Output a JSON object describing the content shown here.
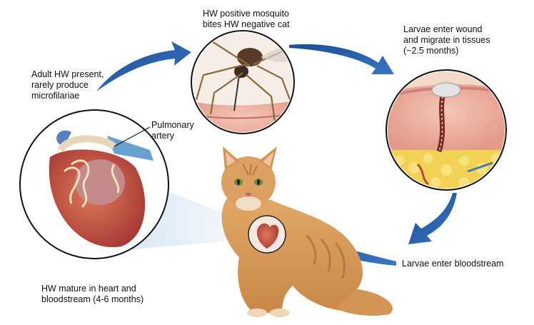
{
  "labels": {
    "mosquito": [
      "HW positive mosquito",
      "bites HW negative cat"
    ],
    "larvae_wound": [
      "Larvae enter wound",
      "and migrate in tissues",
      "(~2.5 months)"
    ],
    "adult": [
      "Adult HW present,",
      "rarely produce",
      "microfilariae"
    ],
    "pulmonary": [
      "Pulmonary",
      "artery"
    ],
    "bloodstream": [
      "Larvae enter bloodstream"
    ],
    "mature": [
      "HW mature in heart and",
      "bloodstream (4-6 months)"
    ]
  },
  "colors": {
    "arrow": "#2a5fa8",
    "skin": "#e8a89a",
    "cat_fur": "#d99a5a",
    "heart": "#c9504a",
    "fat": "#f2d255"
  }
}
